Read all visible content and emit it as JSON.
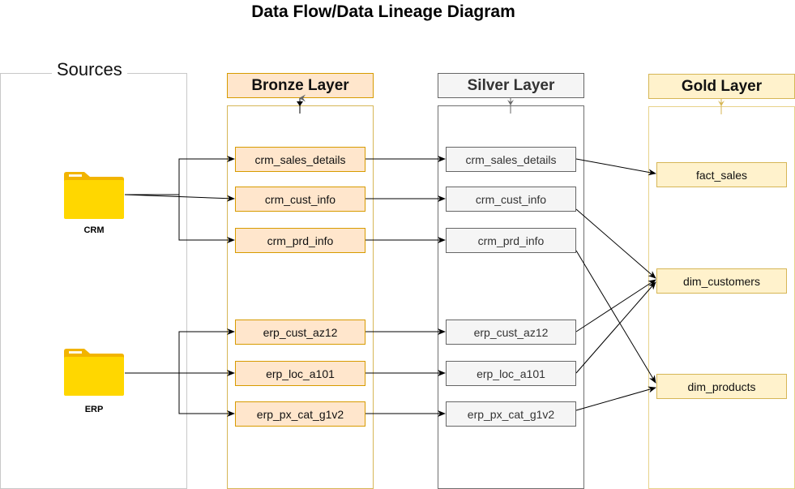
{
  "title": "Data Flow/Data Lineage Diagram",
  "sources": {
    "label": "Sources",
    "systems": [
      {
        "name": "CRM",
        "icon": "folder-icon"
      },
      {
        "name": "ERP",
        "icon": "folder-icon"
      }
    ]
  },
  "layers": {
    "bronze": {
      "title": "Bronze Layer",
      "color": "#ffe6cc",
      "border": "#d79b00",
      "tables": [
        "crm_sales_details",
        "crm_cust_info",
        "crm_prd_info",
        "erp_cust_az12",
        "erp_loc_a101",
        "erp_px_cat_g1v2"
      ]
    },
    "silver": {
      "title": "Silver Layer",
      "color": "#f5f5f5",
      "border": "#666666",
      "tables": [
        "crm_sales_details",
        "crm_cust_info",
        "crm_prd_info",
        "erp_cust_az12",
        "erp_loc_a101",
        "erp_px_cat_g1v2"
      ]
    },
    "gold": {
      "title": "Gold Layer",
      "color": "#fff2cc",
      "border": "#d6b656",
      "tables": [
        "fact_sales",
        "dim_customers",
        "dim_products"
      ]
    }
  },
  "flows": [
    {
      "from": "CRM",
      "to": "bronze.crm_sales_details"
    },
    {
      "from": "CRM",
      "to": "bronze.crm_cust_info"
    },
    {
      "from": "CRM",
      "to": "bronze.crm_prd_info"
    },
    {
      "from": "ERP",
      "to": "bronze.erp_cust_az12"
    },
    {
      "from": "ERP",
      "to": "bronze.erp_loc_a101"
    },
    {
      "from": "ERP",
      "to": "bronze.erp_px_cat_g1v2"
    },
    {
      "from": "bronze.crm_sales_details",
      "to": "silver.crm_sales_details"
    },
    {
      "from": "bronze.crm_cust_info",
      "to": "silver.crm_cust_info"
    },
    {
      "from": "bronze.crm_prd_info",
      "to": "silver.crm_prd_info"
    },
    {
      "from": "bronze.erp_cust_az12",
      "to": "silver.erp_cust_az12"
    },
    {
      "from": "bronze.erp_loc_a101",
      "to": "silver.erp_loc_a101"
    },
    {
      "from": "bronze.erp_px_cat_g1v2",
      "to": "silver.erp_px_cat_g1v2"
    },
    {
      "from": "silver.crm_sales_details",
      "to": "gold.fact_sales"
    },
    {
      "from": "silver.crm_cust_info",
      "to": "gold.dim_customers"
    },
    {
      "from": "silver.erp_cust_az12",
      "to": "gold.dim_customers"
    },
    {
      "from": "silver.erp_loc_a101",
      "to": "gold.dim_customers"
    },
    {
      "from": "silver.crm_prd_info",
      "to": "gold.dim_products"
    },
    {
      "from": "silver.erp_px_cat_g1v2",
      "to": "gold.dim_products"
    }
  ],
  "colors": {
    "folder": "#ffd700",
    "folder_dark": "#f2b400",
    "edge": "#000000"
  }
}
